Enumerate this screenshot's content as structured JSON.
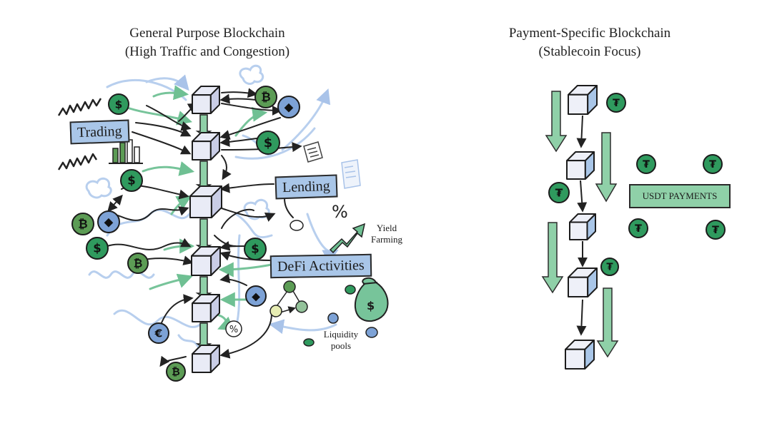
{
  "left_panel": {
    "title_line1": "General Purpose Blockchain",
    "title_line2": "(High Traffic and Congestion)",
    "labels": {
      "trading": "Trading",
      "lending": "Lending",
      "defi": "DeFi Activities"
    },
    "notes": {
      "yield_farming": "Yield Farming",
      "liquidity_pools": "Liquidity pools"
    },
    "misc": {
      "percent": "%",
      "percent_coin": "%"
    }
  },
  "right_panel": {
    "title_line1": "Payment-Specific Blockchain",
    "title_line2": "(Stablecoin Focus)",
    "usdt_label": "USDT PAYMENTS"
  },
  "colors": {
    "blue_box": "#a9c6e8",
    "green_box": "#8fd0a8",
    "coin_green": "#2f9a5e",
    "coin_blue": "#7da2d6",
    "coin_olive": "#5c9c55",
    "arrow_green": "#77c49a",
    "scribble_blue": "#b8cfee",
    "block_face": "#e9ebf6"
  },
  "icons": {
    "dollar": "dollar-coin-icon",
    "bitcoin": "bitcoin-coin-icon",
    "ethereum": "ethereum-coin-icon",
    "euro": "euro-coin-icon",
    "tether": "tether-coin-icon",
    "block": "blockchain-block-icon",
    "document": "document-icon",
    "money_bag": "money-bag-icon",
    "bar_chart": "bar-chart-icon",
    "trend_arrow": "trend-up-arrow-icon"
  }
}
